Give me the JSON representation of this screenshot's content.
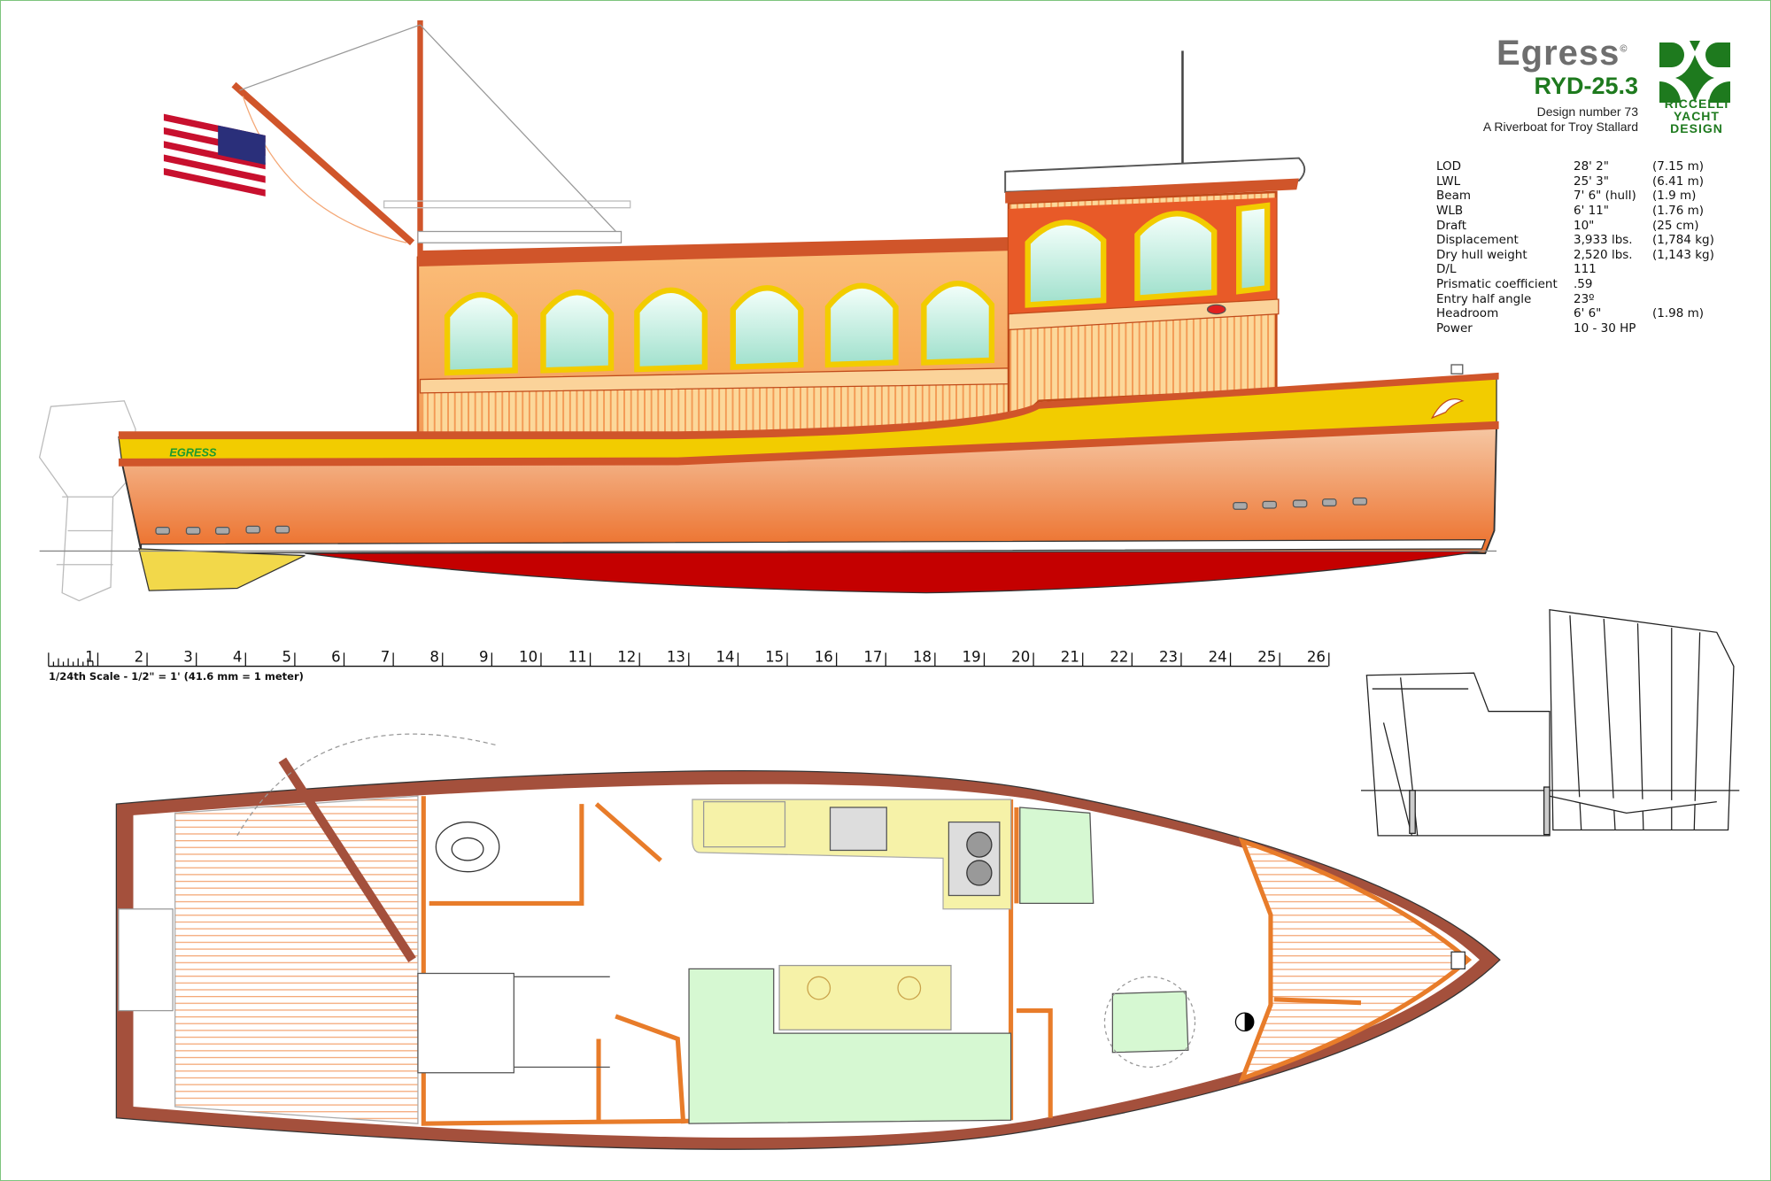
{
  "title_block": {
    "name": "Egress",
    "copyright": "©",
    "model": "RYD-25.3",
    "design_number": "Design number 73",
    "subtitle": "A Riverboat for Troy Stallard",
    "brand_lines": [
      "RICCELLI",
      "YACHT",
      "DESIGN"
    ]
  },
  "specs": [
    {
      "label": "LOD",
      "imperial": "28' 2\"",
      "metric": "(7.15 m)"
    },
    {
      "label": "LWL",
      "imperial": "25' 3\"",
      "metric": "(6.41 m)"
    },
    {
      "label": "Beam",
      "imperial": "7' 6\" (hull)",
      "metric": "(1.9 m)"
    },
    {
      "label": "WLB",
      "imperial": "6' 11\"",
      "metric": "(1.76 m)"
    },
    {
      "label": "Draft",
      "imperial": "10\"",
      "metric": "(25 cm)"
    },
    {
      "label": "Displacement",
      "imperial": "3,933 lbs.",
      "metric": "(1,784 kg)"
    },
    {
      "label": "Dry hull weight",
      "imperial": "2,520 lbs.",
      "metric": "(1,143 kg)"
    },
    {
      "label": "D/L",
      "imperial": "111",
      "metric": ""
    },
    {
      "label": "Prismatic coefficient",
      "imperial": ".59",
      "metric": ""
    },
    {
      "label": "Entry half angle",
      "imperial": "23º",
      "metric": ""
    },
    {
      "label": "Headroom",
      "imperial": "6' 6\"",
      "metric": "(1.98 m)"
    },
    {
      "label": "Power",
      "imperial": "10 - 30 HP",
      "metric": ""
    }
  ],
  "hull_name": "EGRESS",
  "scale": {
    "note": "1/24th Scale - 1/2\" = 1' (41.6 mm = 1 meter)",
    "labels": [
      "1",
      "2",
      "3",
      "4",
      "5",
      "6",
      "7",
      "8",
      "9",
      "10",
      "11",
      "12",
      "13",
      "14",
      "15",
      "16",
      "17",
      "18",
      "19",
      "20",
      "21",
      "22",
      "23",
      "24",
      "25",
      "26"
    ]
  },
  "colors": {
    "hull": "#ee8a4a",
    "sheer_band": "#f2cc00",
    "bottom": "#c40000",
    "trim": "#d0552a",
    "brand_green": "#1e7a1e",
    "deck_wood": "#fbe2c8"
  }
}
